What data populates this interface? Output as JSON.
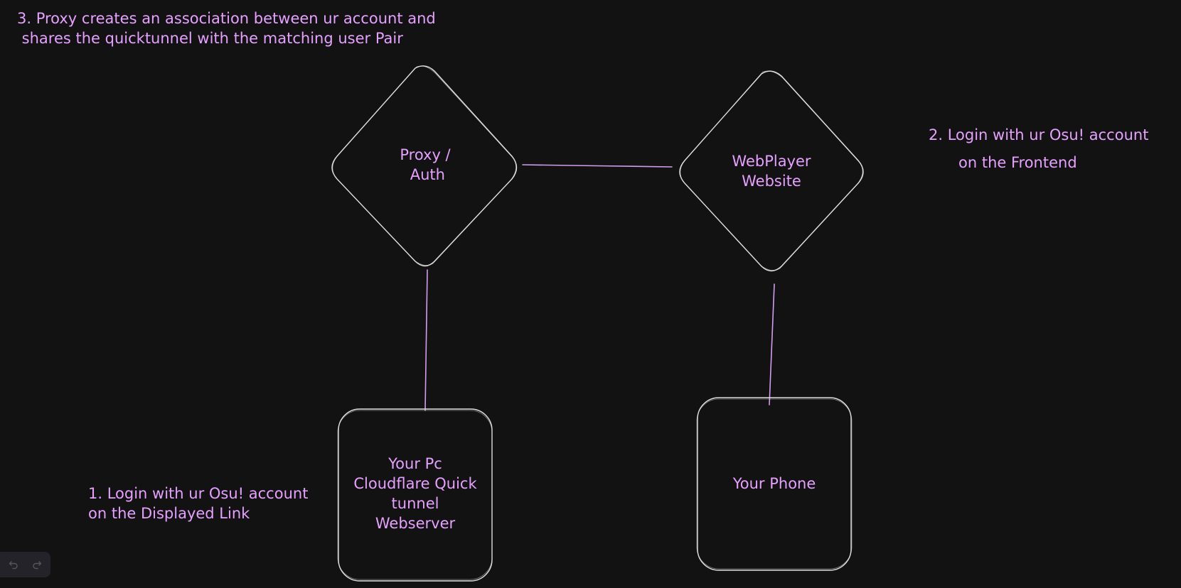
{
  "theme": {
    "background": "#121212",
    "stroke": "#e0e0e0",
    "edge": "#d59cf0",
    "text": "#e6a0ff",
    "toolbar_bg": "#232329",
    "toolbar_icon": "#55555f"
  },
  "nodes": {
    "proxy": {
      "label": "Proxy /\n Auth"
    },
    "webplayer": {
      "label": "WebPlayer\nWebsite"
    },
    "pc": {
      "label": "Your Pc\nCloudflare Quick\ntunnel\nWebserver"
    },
    "phone": {
      "label": "Your Phone"
    }
  },
  "annotations": {
    "step1": "1. Login with ur Osu! account\non the Displayed Link",
    "step2_line1": "2. Login with ur Osu! account",
    "step2_line2": "on the Frontend",
    "step3": "3. Proxy creates an association between ur account and\n shares the quicktunnel with the matching user Pair"
  },
  "toolbar": {
    "undo_icon": "undo-icon",
    "redo_icon": "redo-icon"
  }
}
